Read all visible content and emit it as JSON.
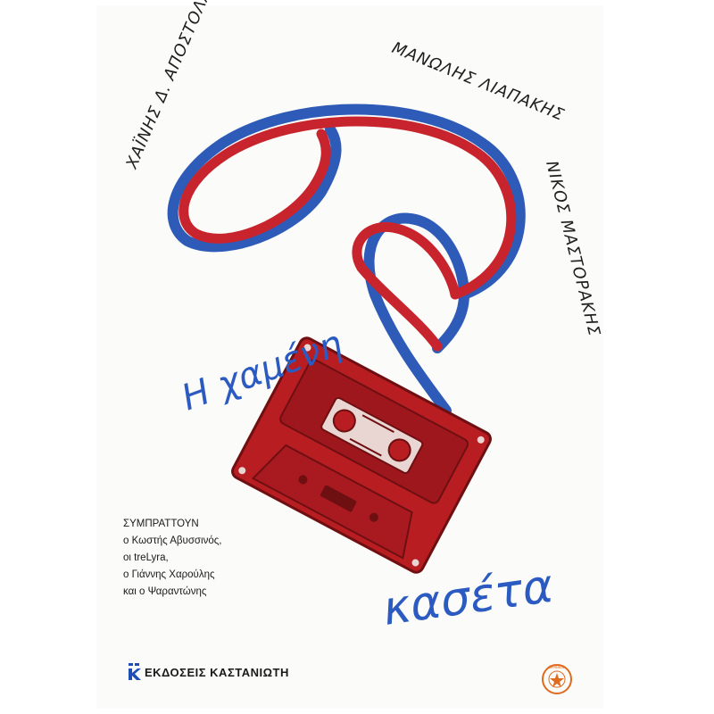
{
  "cover": {
    "authors": [
      "ΧΑΪΝΗΣ Δ. ΑΠΟΣΤΟΛΑΚΗΣ",
      "ΜΑΝΩΛΗΣ ΛΙΑΠΑΚΗΣ",
      "ΝΙΚΟΣ ΜΑΣΤΟΡΑΚΗΣ"
    ],
    "title_line1": "Η χαμένη",
    "title_line2": "κασέτα",
    "credits": [
      "ΣΥΜΠΡΑΤΤΟΥΝ",
      "ο Κωστής Αβυσσινός,",
      "οι treLyra,",
      "ο Γιάννης Χαρούλης",
      "και ο Ψαραντώνης"
    ],
    "publisher": "ΕΚΔΟΣΕΙΣ ΚΑΣΤΑΝΙΩΤΗ",
    "seal_text": "ΒΡΑΒΕΙΟ"
  },
  "colors": {
    "tape_red": "#c8242e",
    "tape_blue": "#2f5bb8",
    "cassette_red": "#b81d22",
    "title_blue": "#2b5bc0",
    "ink": "#1e1e1e",
    "seal_orange": "#e06a1e"
  }
}
